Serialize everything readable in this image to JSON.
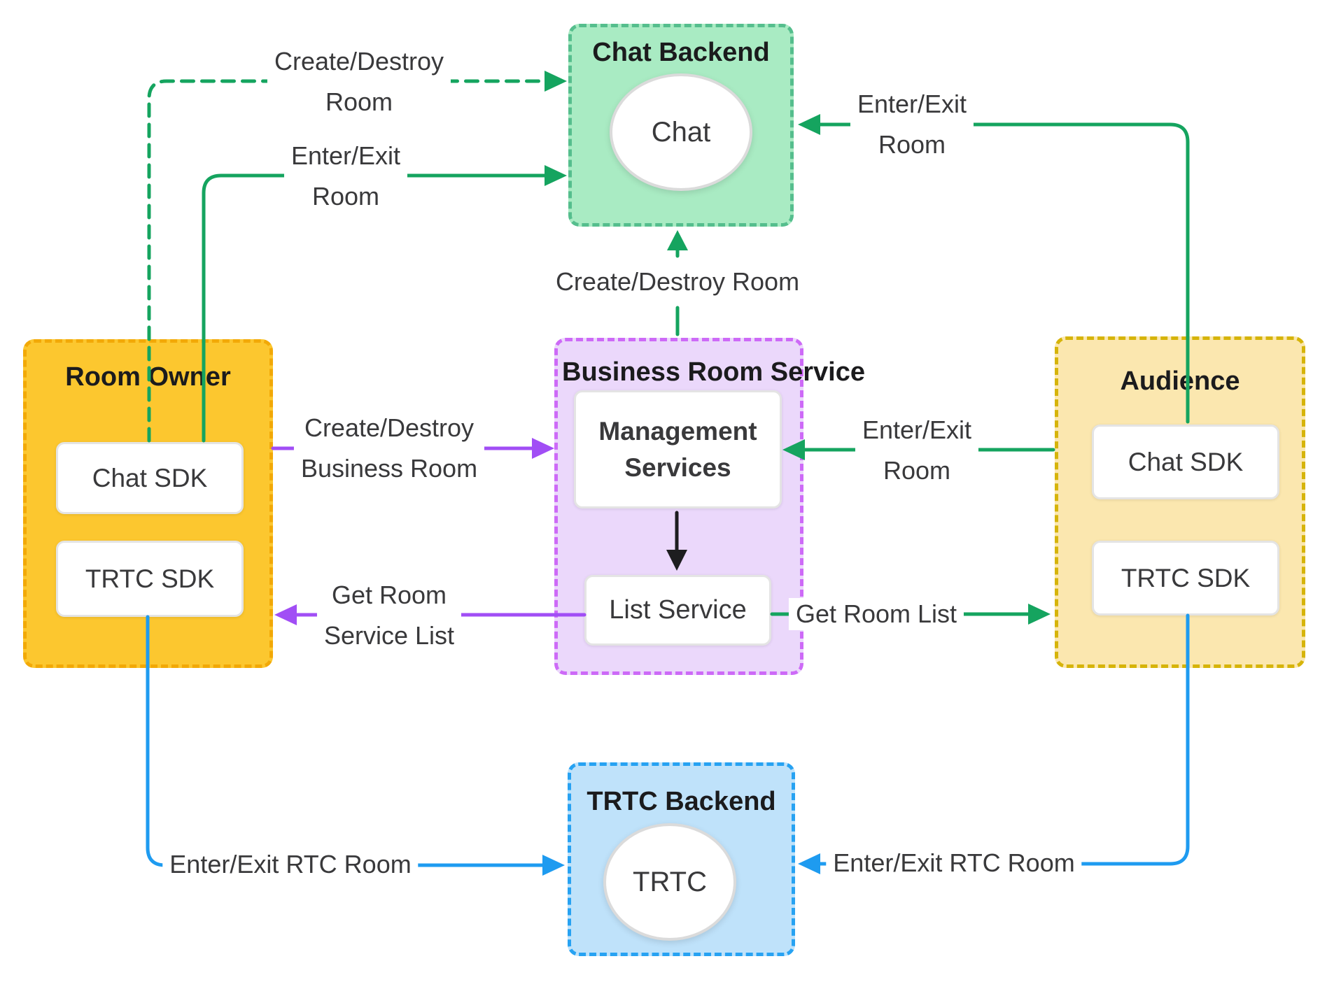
{
  "colors": {
    "chat_backend_fill": "#A9EBC3",
    "chat_backend_border": "#55BE8D",
    "green_line": "#15A45F",
    "room_owner_fill": "#FCC72F",
    "room_owner_border": "#F2A907",
    "business_fill": "#EBD8FB",
    "business_border": "#CD6AF7",
    "purple_line": "#A14EF5",
    "audience_fill": "#FBE7AF",
    "audience_border": "#D6B40A",
    "trtc_backend_fill": "#BFE2FA",
    "trtc_backend_border": "#27A2F2",
    "blue_line": "#1E9BF0",
    "black_line": "#1D1D1F",
    "label_text": "#39393B",
    "title_text": "#1B1B1D"
  },
  "nodes": {
    "chat_backend": {
      "title": "Chat Backend",
      "core": "Chat"
    },
    "room_owner": {
      "title": "Room Owner",
      "items": [
        {
          "label": "Chat SDK"
        },
        {
          "label": "TRTC SDK"
        }
      ]
    },
    "business_room_service": {
      "title": "Business Room Service",
      "management": {
        "line1": "Management",
        "line2": "Services"
      },
      "list": "List Service"
    },
    "audience": {
      "title": "Audience",
      "items": [
        {
          "label": "Chat SDK"
        },
        {
          "label": "TRTC SDK"
        }
      ]
    },
    "trtc_backend": {
      "title": "TRTC Backend",
      "core": "TRTC"
    }
  },
  "edges": {
    "owner_create_destroy_room": {
      "line1": "Create/Destroy",
      "line2": "Room"
    },
    "owner_enter_exit_room": {
      "line1": "Enter/Exit",
      "line2": "Room"
    },
    "audience_enter_exit_room": {
      "line1": "Enter/Exit",
      "line2": "Room"
    },
    "service_create_destroy_room": {
      "label": "Create/Destroy Room"
    },
    "owner_create_destroy_business_room": {
      "line1": "Create/Destroy",
      "line2": "Business Room"
    },
    "audience_enter_exit_room_mid": {
      "line1": "Enter/Exit",
      "line2": "Room"
    },
    "owner_get_room_service_list": {
      "line1": "Get Room",
      "line2": "Service List"
    },
    "audience_get_room_list": {
      "label": "Get Room List"
    },
    "owner_enter_exit_rtc_room": {
      "label": "Enter/Exit RTC Room"
    },
    "audience_enter_exit_rtc_room": {
      "label": "Enter/Exit RTC Room"
    }
  }
}
